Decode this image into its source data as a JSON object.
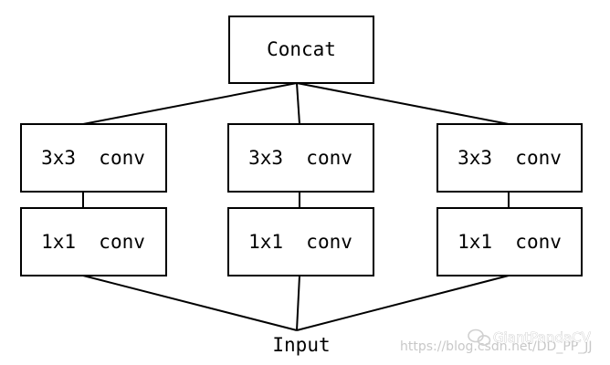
{
  "diagram": {
    "top": {
      "label": "Concat"
    },
    "branches": [
      {
        "upper_label": "3x3  conv",
        "lower_label": "1x1  conv"
      },
      {
        "upper_label": "3x3  conv",
        "lower_label": "1x1  conv"
      },
      {
        "upper_label": "3x3  conv",
        "lower_label": "1x1  conv"
      }
    ],
    "input_label": "Input"
  },
  "watermark": {
    "brand": "GiantPandaCV",
    "url": "https://blog.csdn.net/DD_PP_JJ",
    "icon": "wechat-logo-icon"
  }
}
